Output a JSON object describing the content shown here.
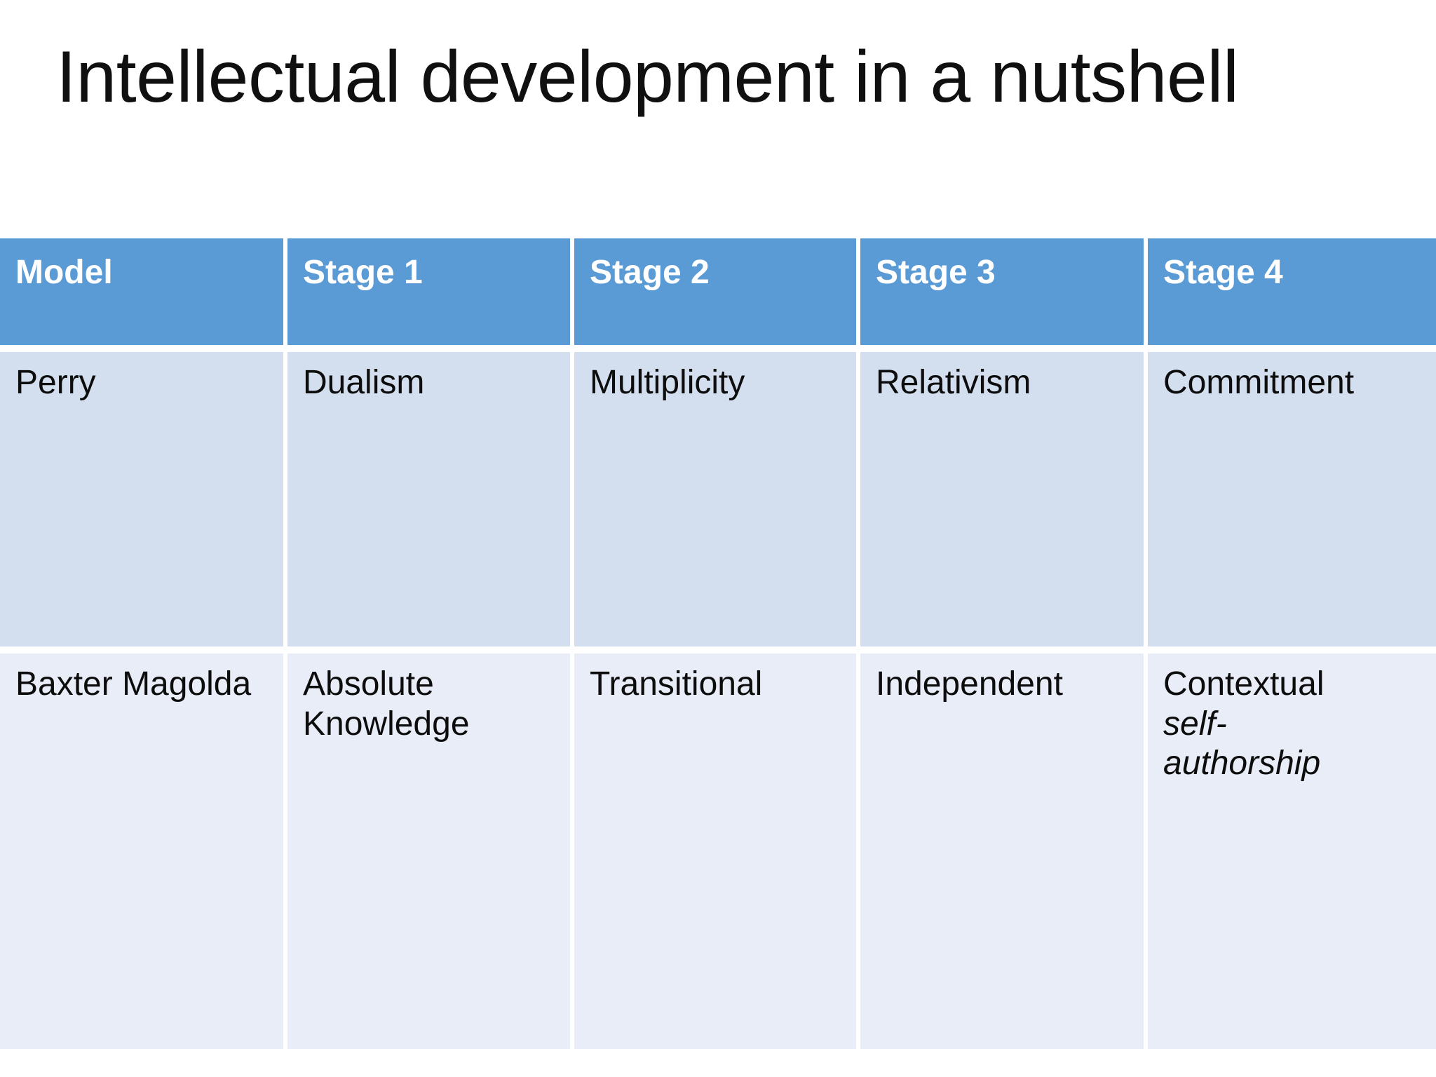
{
  "slide": {
    "title": "Intellectual development in a nutshell"
  },
  "colors": {
    "header_fill": "#5B9BD5",
    "header_text": "#FFFFFF",
    "row_a_fill": "#D3DEEE",
    "row_b_fill": "#E9EDF7",
    "body_text": "#0D0D0D",
    "page_background": "#FFFFFF"
  },
  "table": {
    "headers": [
      "Model",
      "Stage 1",
      "Stage 2",
      "Stage 3",
      "Stage 4"
    ],
    "rows": [
      {
        "model": "Perry",
        "stage1": "Dualism",
        "stage2": "Multiplicity",
        "stage3": "Relativism",
        "stage4_line1": "Commitment",
        "stage4_line2": "",
        "stage4_line3": ""
      },
      {
        "model": "Baxter Magolda",
        "stage1": "Absolute Knowledge",
        "stage2": "Transitional",
        "stage3": "Independent",
        "stage4_line1": "Contextual",
        "stage4_line2": "self-",
        "stage4_line3": "authorship"
      }
    ]
  }
}
